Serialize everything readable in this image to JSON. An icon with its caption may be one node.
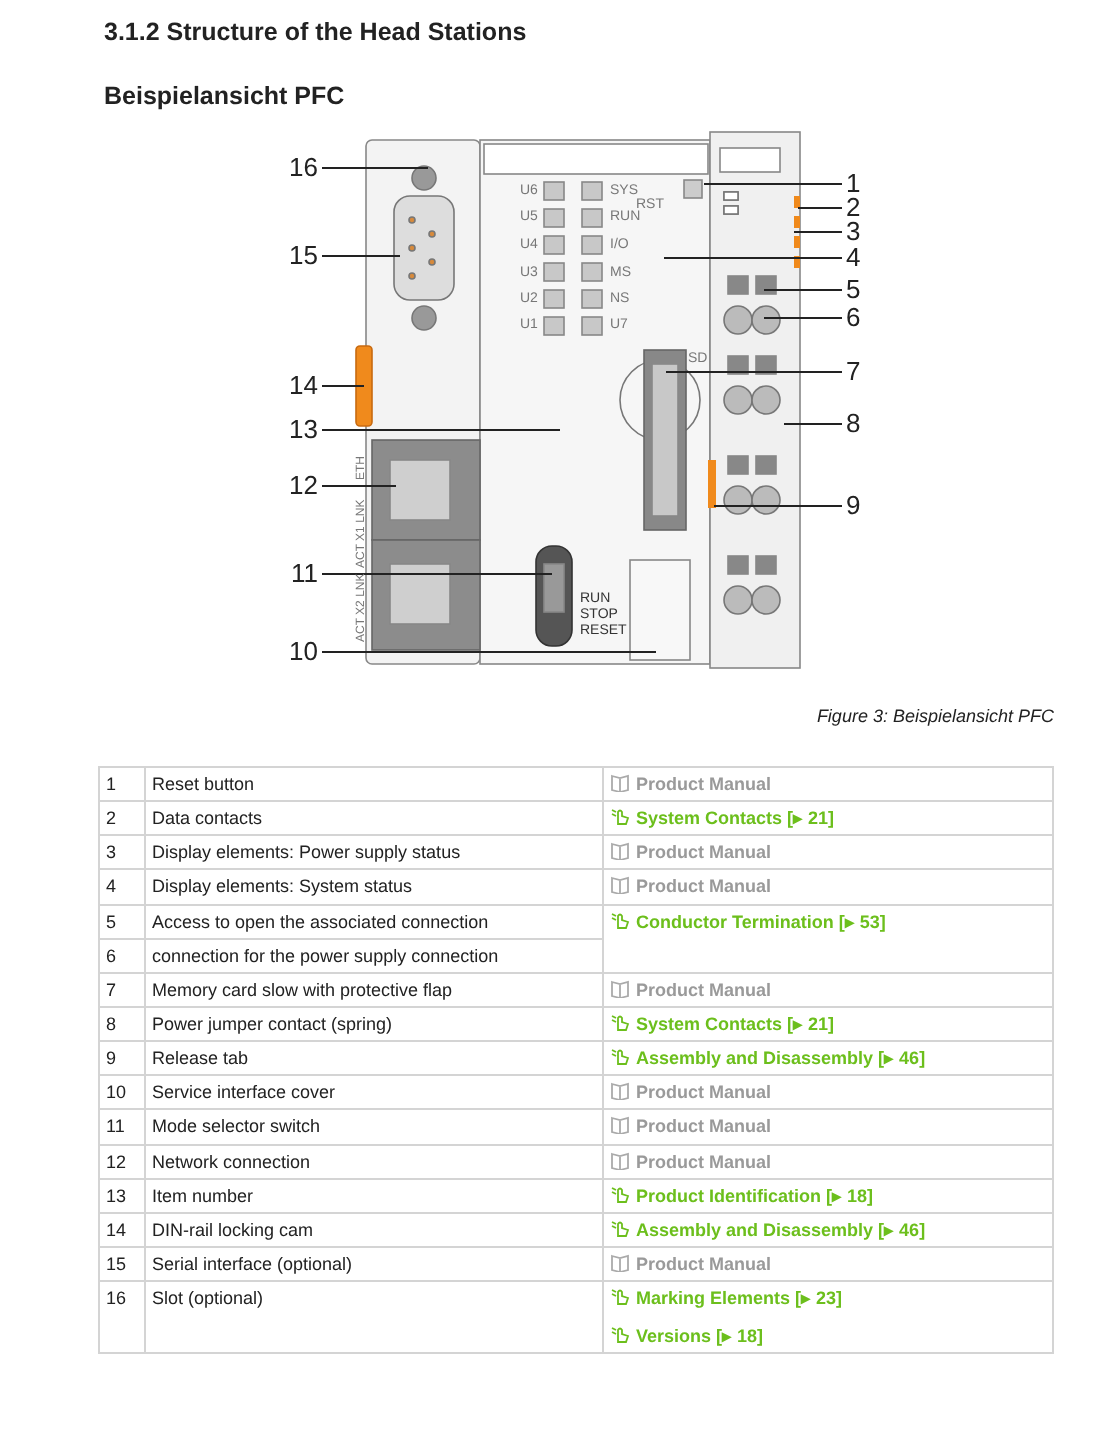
{
  "diagram": {
    "title": "3.1.2 Structure of the Head Stations",
    "caption": "Figure 3: Beispielansicht PFC",
    "nodes": [
      {
        "text": [
          "1"
        ]
      },
      {
        "text": [
          "2"
        ]
      },
      {
        "text": [
          "3"
        ]
      },
      {
        "text": [
          "4"
        ]
      },
      {
        "text": [
          "5"
        ]
      },
      {
        "text": [
          "6"
        ]
      },
      {
        "text": [
          "7"
        ]
      },
      {
        "text": [
          "8"
        ]
      },
      {
        "text": [
          "9"
        ]
      },
      {
        "text": [
          "10"
        ]
      },
      {
        "text": [
          "11"
        ]
      },
      {
        "text": [
          "12"
        ]
      },
      {
        "text": [
          "13"
        ]
      },
      {
        "text": [
          "14"
        ]
      },
      {
        "text": [
          "15"
        ]
      },
      {
        "text": [
          "16"
        ]
      }
    ],
    "edges": [
      {
        "from": 0,
        "to": null,
        "arrow": "none"
      },
      {
        "from": 1,
        "to": null,
        "arrow": "none"
      },
      {
        "from": 2,
        "to": null,
        "arrow": "none"
      },
      {
        "from": 3,
        "to": null,
        "arrow": "none"
      },
      {
        "from": 4,
        "to": null,
        "arrow": "none"
      },
      {
        "from": 5,
        "to": null,
        "arrow": "none"
      },
      {
        "from": 6,
        "to": null,
        "arrow": "none"
      },
      {
        "from": 7,
        "to": null,
        "arrow": "none"
      },
      {
        "from": 8,
        "to": null,
        "arrow": "none"
      },
      {
        "from": 9,
        "to": null,
        "arrow": "none"
      },
      {
        "from": 10,
        "to": null,
        "arrow": "none"
      },
      {
        "from": 11,
        "to": null,
        "arrow": "none"
      },
      {
        "from": 12,
        "to": null,
        "arrow": "none"
      },
      {
        "from": 13,
        "to": null,
        "arrow": "none"
      },
      {
        "from": 14,
        "to": null,
        "arrow": "none"
      },
      {
        "from": 15,
        "to": null,
        "arrow": "none"
      }
    ],
    "labels": [
      "Beispielansicht PFC",
      "U6",
      "SYS",
      "U5",
      "RUN",
      "U4",
      "I/O",
      "U3",
      "MS",
      "U2",
      "NS",
      "U1",
      "U7",
      "RST",
      "SD",
      "ACT X1 LNK",
      "ETH",
      "ACT X2 LNK",
      "RUN",
      "STOP",
      "RESET",
      "1",
      "Reset button",
      "Product Manual",
      "2",
      "Data contacts",
      "System Contacts [▸ 21]",
      "3",
      "Display elements: Power supply status",
      "Product Manual",
      "4",
      "Display elements: System status",
      "Product Manual",
      "5",
      "Access to open the associated connection",
      "Conductor Termination [▸ 53]",
      "6",
      "connection for the power supply connection",
      "7",
      "Memory card slow with protective flap",
      "Product Manual",
      "8",
      "Power jumper contact (spring)",
      "System Contacts [▸ 21]",
      "9",
      "Release tab",
      "Assembly and Disassembly [▸ 46]",
      "10",
      "Service interface cover",
      "Product Manual",
      "11",
      "Mode selector switch",
      "Product Manual",
      "12",
      "Network connection",
      "Product Manual",
      "13",
      "Item number",
      "Product Identification [▸ 18]",
      "14",
      "DIN-rail locking cam",
      "Assembly and Disassembly [▸ 46]",
      "15",
      "Serial interface (optional)",
      "Product Manual",
      "16",
      "Slot (optional)",
      "Marking Elements [▸ 23]",
      "Versions [▸ 18]"
    ]
  }
}
